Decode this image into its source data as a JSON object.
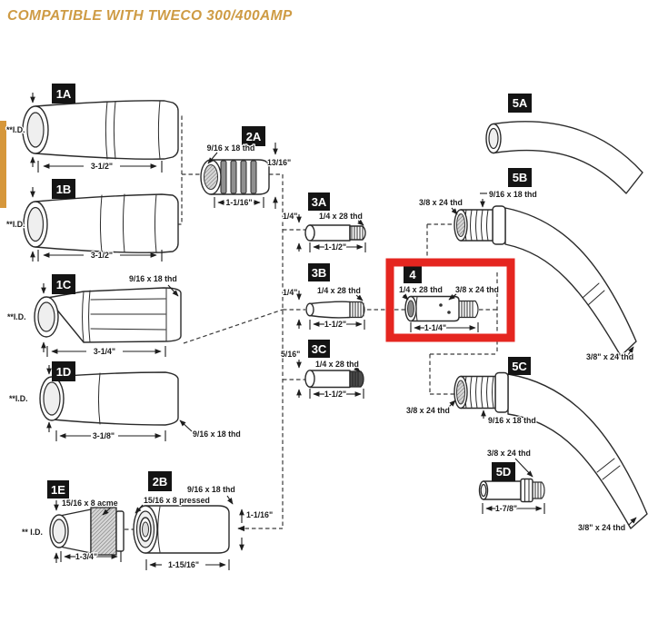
{
  "title": "COMPATIBLE WITH TWECO 300/400AMP",
  "colors": {
    "title": "#CE9B44",
    "accent_bar": "#D6973B",
    "highlight": "#E52620",
    "label_bg": "#141414",
    "line": "#2b2b2b"
  },
  "parts": {
    "n1A": {
      "label": "1A",
      "id": "**I.D.",
      "len": "3-1/2\""
    },
    "n1B": {
      "label": "1B",
      "id": "**I.D.",
      "len": "3-1/2\""
    },
    "n1C": {
      "label": "1C",
      "id": "**I.D.",
      "len": "3-1/4\"",
      "thread": "9/16 x 18 thd"
    },
    "n1D": {
      "label": "1D",
      "id": "**I.D.",
      "len": "3-1/8\"",
      "thread": "9/16 x 18 thd"
    },
    "n1E": {
      "label": "1E",
      "id": "** I.D.",
      "len": "1-3/4\"",
      "thread": "15/16 x 8 acme"
    },
    "n2A": {
      "label": "2A",
      "thread": "9/16 x 18 thd",
      "dia": "13/16\"",
      "len": "1-1/16\""
    },
    "n2B": {
      "label": "2B",
      "thread_top": "9/16 x 18 thd",
      "thread_front": "15/16 x 8 pressed",
      "dia": "1-1/16\"",
      "len": "1-15/16\""
    },
    "n3A": {
      "label": "3A",
      "dia": "1/4\"",
      "thread": "1/4 x 28 thd",
      "len": "1-1/2\""
    },
    "n3B": {
      "label": "3B",
      "dia": "1/4\"",
      "thread": "1/4 x 28 thd",
      "len": "1-1/2\""
    },
    "n3C": {
      "label": "3C",
      "dia": "5/16\"",
      "thread": "1/4 x 28 thd",
      "len": "1-1/2\""
    },
    "n4": {
      "label": "4",
      "thread_front": "1/4 x 28 thd",
      "thread_rear": "3/8 x 24 thd",
      "len": "1-1/4\""
    },
    "n5A": {
      "label": "5A"
    },
    "n5B": {
      "label": "5B",
      "thread_front": "3/8 x 24 thd",
      "thread_collar": "9/16 x 18 thd",
      "thread_end": "3/8\" x 24 thd"
    },
    "n5C": {
      "label": "5C",
      "thread_front": "3/8 x 24 thd",
      "thread_collar": "9/16 x 18 thd",
      "thread_end": "3/8\" x 24 thd"
    },
    "n5D": {
      "label": "5D",
      "thread": "3/8 x 24 thd",
      "len": "1-7/8\""
    }
  }
}
